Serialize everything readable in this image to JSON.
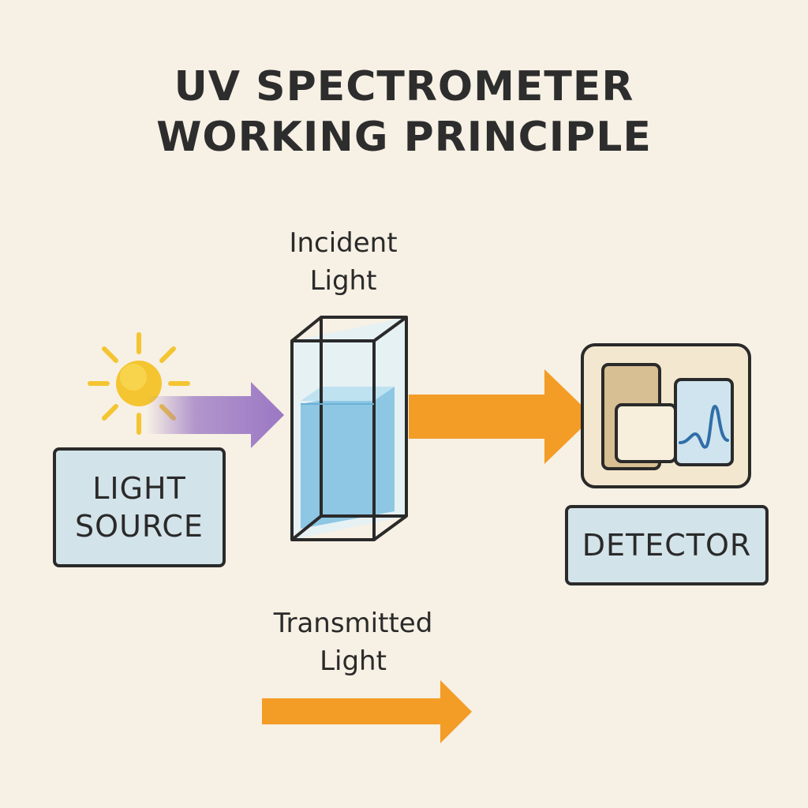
{
  "title": {
    "line1": "UV SPECTROMETER",
    "line2": "WORKING PRINCIPLE"
  },
  "incident_label": {
    "line1": "Incident",
    "line2": "Light"
  },
  "transmitted_label": {
    "line1": "Transmitted",
    "line2": "Light"
  },
  "light_source_box": {
    "line1": "LIGHT",
    "line2": "SOURCE"
  },
  "detector_box": {
    "label": "DETECTOR"
  },
  "icons": [
    "sun-icon",
    "cuvette-icon",
    "detector-device-icon",
    "spectrum-peak-icon"
  ],
  "colors": {
    "background": "#f7f0e4",
    "sun": "#f4c531",
    "incident_arrow": "#9b78c4",
    "transmitted_arrow": "#f39c26",
    "cuvette_liquid": "#8ec7e3",
    "box_fill": "#d3e3ea",
    "detector_panel": "#f3e8cf",
    "outline": "#2a2a2a"
  }
}
